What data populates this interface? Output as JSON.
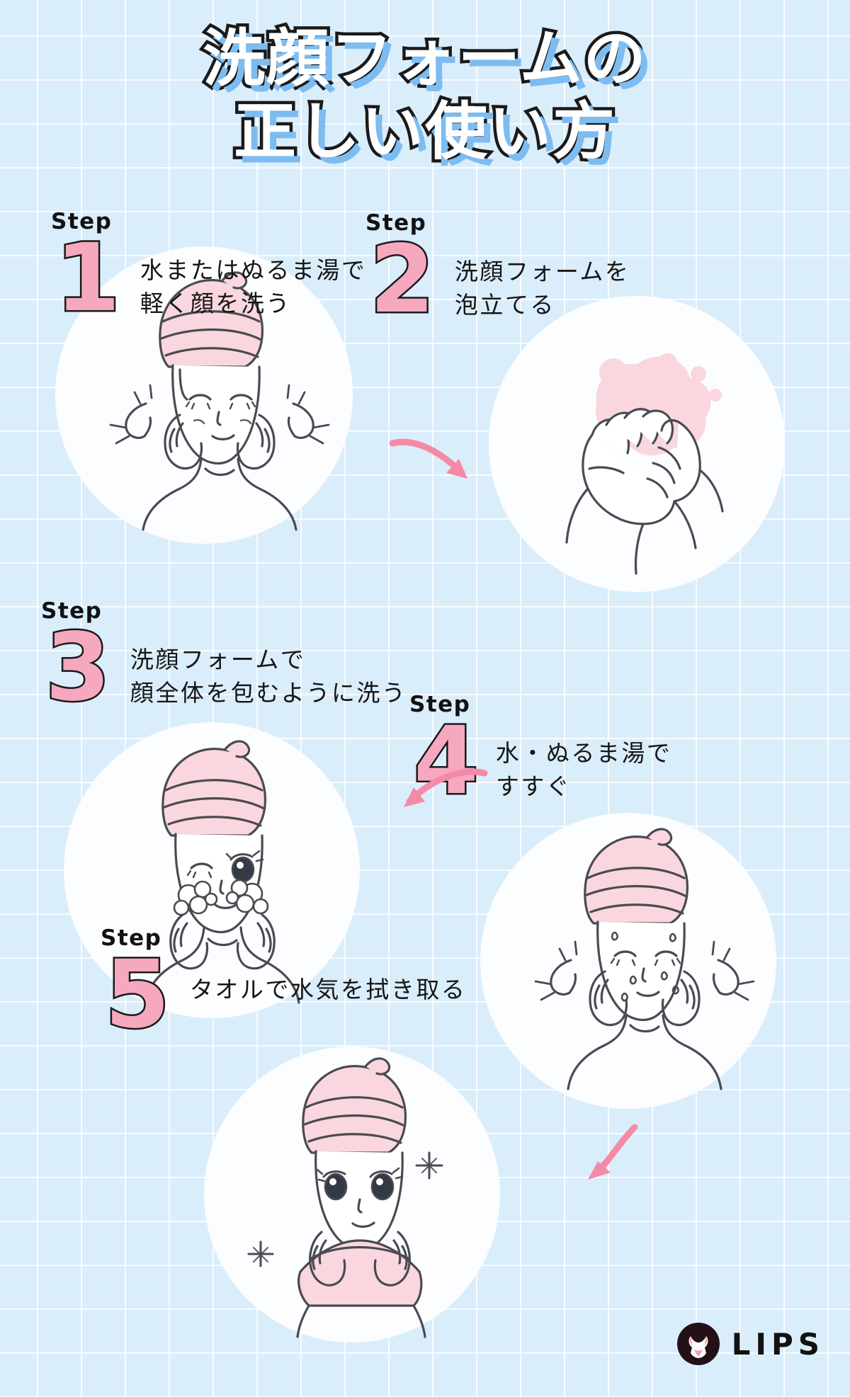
{
  "title": {
    "line1": "洗顔フォームの",
    "line2": "正しい使い方"
  },
  "step_word": "Step",
  "steps": [
    {
      "number": "1",
      "label": "Step",
      "text": "水またはぬるま湯で\n軽く顔を洗う",
      "illustration": "woman-washing-face-with-water-icon"
    },
    {
      "number": "2",
      "label": "Step",
      "text": "洗顔フォームを\n泡立てる",
      "illustration": "hands-lathering-foam-icon"
    },
    {
      "number": "3",
      "label": "Step",
      "text": "洗顔フォームで\n顔全体を包むように洗う",
      "illustration": "woman-washing-face-with-foam-icon"
    },
    {
      "number": "4",
      "label": "Step",
      "text": "水・ぬるま湯で\nすすぐ",
      "illustration": "woman-rinsing-face-icon"
    },
    {
      "number": "5",
      "label": "Step",
      "text": "タオルで水気を拭き取る",
      "illustration": "woman-drying-face-with-towel-icon"
    }
  ],
  "logo": {
    "text": "LIPS",
    "mark": "lips-deer-logo-icon"
  },
  "colors": {
    "background": "#daedfb",
    "grid_line": "#ffffff",
    "accent_pink": "#f6a8bf",
    "soft_pink": "#fad7de",
    "outline": "#1a1a1a",
    "title_shadow": "#7dbcf0",
    "circle": "#fcfdff",
    "line_art": "#4a4a52"
  }
}
